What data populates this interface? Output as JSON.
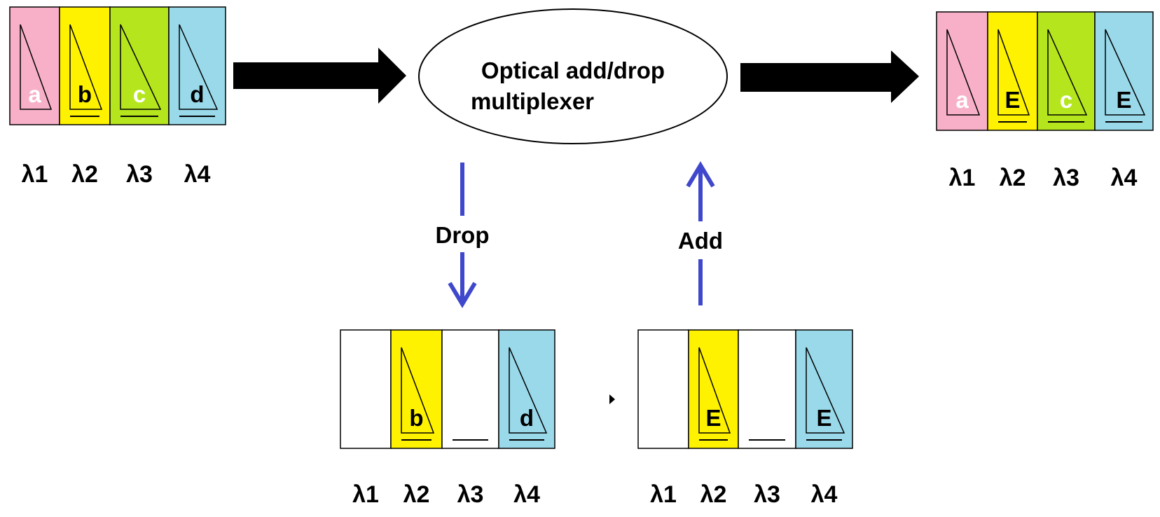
{
  "center_node": {
    "line1": "Optical add/drop",
    "line2": "multiplexer"
  },
  "drop_label": "Drop",
  "add_label": "Add",
  "colors": {
    "pink": "#f7b0c8",
    "yellow": "#fff200",
    "green": "#b5e61d",
    "blue": "#99d9ea",
    "empty": "#ffffff",
    "arrow_black": "#000000",
    "arrow_blue": "#3f48cc"
  },
  "input_frame": {
    "channels": [
      {
        "color": "pink",
        "letter": "a",
        "letter_color": "#ffffff",
        "wavelength": "λ1"
      },
      {
        "color": "yellow",
        "letter": "b",
        "letter_color": "#000000",
        "wavelength": "λ2"
      },
      {
        "color": "green",
        "letter": "c",
        "letter_color": "#ffffff",
        "wavelength": "λ3"
      },
      {
        "color": "blue",
        "letter": "d",
        "letter_color": "#000000",
        "wavelength": "λ4"
      }
    ]
  },
  "output_frame": {
    "channels": [
      {
        "color": "pink",
        "letter": "a",
        "letter_color": "#ffffff",
        "wavelength": "λ1"
      },
      {
        "color": "yellow",
        "letter": "E",
        "letter_color": "#000000",
        "wavelength": "λ2"
      },
      {
        "color": "green",
        "letter": "c",
        "letter_color": "#ffffff",
        "wavelength": "λ3"
      },
      {
        "color": "blue",
        "letter": "E",
        "letter_color": "#000000",
        "wavelength": "λ4"
      }
    ]
  },
  "drop_frame": {
    "channels": [
      {
        "color": "empty",
        "letter": "",
        "letter_color": "#000000",
        "wavelength": "λ1"
      },
      {
        "color": "yellow",
        "letter": "b",
        "letter_color": "#000000",
        "wavelength": "λ2"
      },
      {
        "color": "empty",
        "letter": "",
        "letter_color": "#000000",
        "wavelength": "λ3"
      },
      {
        "color": "blue",
        "letter": "d",
        "letter_color": "#000000",
        "wavelength": "λ4"
      }
    ]
  },
  "add_frame": {
    "channels": [
      {
        "color": "empty",
        "letter": "",
        "letter_color": "#000000",
        "wavelength": "λ1"
      },
      {
        "color": "yellow",
        "letter": "E",
        "letter_color": "#000000",
        "wavelength": "λ2"
      },
      {
        "color": "empty",
        "letter": "",
        "letter_color": "#000000",
        "wavelength": "λ3"
      },
      {
        "color": "blue",
        "letter": "E",
        "letter_color": "#000000",
        "wavelength": "λ4"
      }
    ]
  }
}
